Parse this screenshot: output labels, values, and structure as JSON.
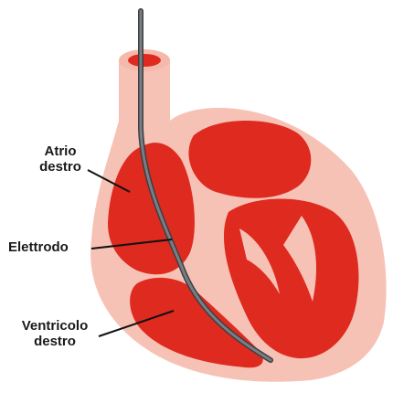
{
  "labels": {
    "right_atrium_line1": "Atrio",
    "right_atrium_line2": "destro",
    "electrode": "Elettrodo",
    "right_ventricle_line1": "Ventricolo",
    "right_ventricle_line2": "destro"
  },
  "colors": {
    "heart_outer": "#f7c2b6",
    "chamber_red": "#df2a1f",
    "chamber_dark": "#c81e16",
    "wire": "#5f6368",
    "text": "#1a1a1a"
  }
}
